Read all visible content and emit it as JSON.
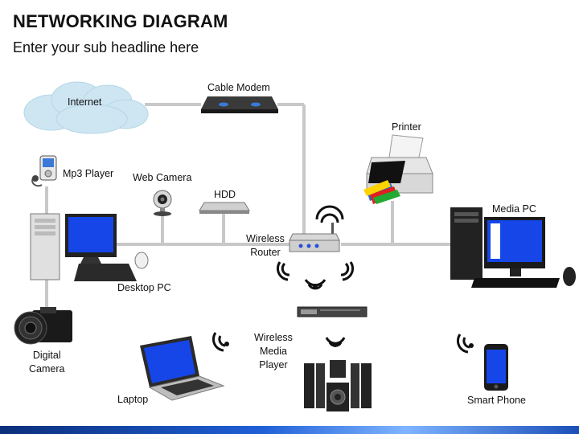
{
  "header": {
    "title": "NETWORKING DIAGRAM",
    "subtitle": "Enter your sub headline here"
  },
  "devices": {
    "internet": "Internet",
    "cable_modem": "Cable Modem",
    "printer": "Printer",
    "mp3_player": "Mp3 Player",
    "web_camera": "Web Camera",
    "hdd": "HDD",
    "media_pc": "Media PC",
    "wireless_router": [
      "Wireless",
      "Router"
    ],
    "desktop_pc": "Desktop PC",
    "wireless_media_player": [
      "Wireless",
      "Media",
      "Player"
    ],
    "digital_camera": [
      "Digital",
      "Camera"
    ],
    "laptop": "Laptop",
    "smart_phone": "Smart Phone"
  },
  "colors": {
    "connector": "#c8c8c8",
    "screen_blue": "#1646e8",
    "cloud": "#cde6f2",
    "device_dark": "#222222"
  }
}
